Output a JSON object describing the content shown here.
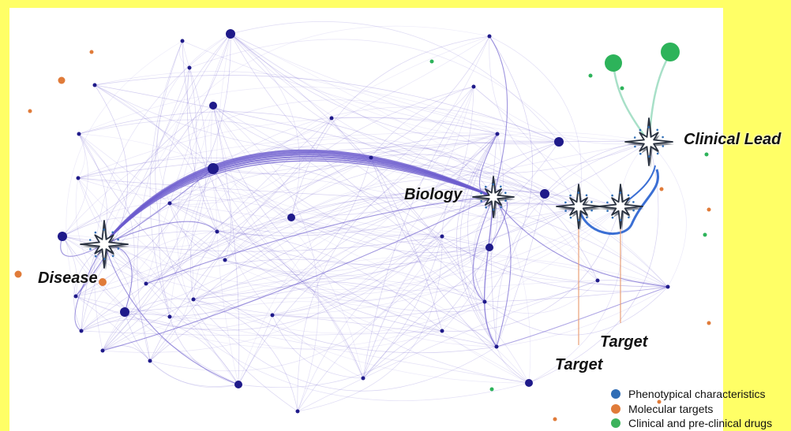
{
  "labels": {
    "disease": "Disease",
    "biology": "Biology",
    "clinical_lead": "Clinical Lead",
    "target_upper": "Target",
    "target_lower": "Target"
  },
  "legend": [
    {
      "label": "Phenotypical characteristics",
      "color": "#2f6db5"
    },
    {
      "label": "Molecular targets",
      "color": "#e07b39"
    },
    {
      "label": "Clinical and pre-clinical drugs",
      "color": "#3cb35c"
    }
  ],
  "colors": {
    "background": "#ffff66",
    "panel": "#ffffff",
    "edge": "#6a5acd",
    "node_phenotype": "#1f1a8a",
    "node_target": "#e07b39",
    "node_drug": "#2db35a",
    "highlight_path": "#3b6fd4",
    "target_stem": "#e8a078"
  }
}
